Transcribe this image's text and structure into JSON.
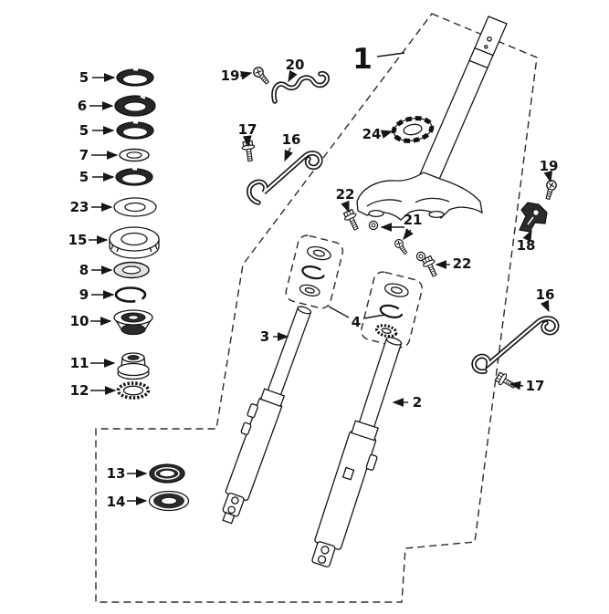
{
  "diagram": {
    "name": "front-fork-exploded-parts-diagram",
    "part_labels": {
      "p1": "1",
      "p2": "2",
      "p3": "3",
      "p4": "4",
      "p5a": "5",
      "p5b": "5",
      "p5c": "5",
      "p6": "6",
      "p7": "7",
      "p8": "8",
      "p9": "9",
      "p10": "10",
      "p11": "11",
      "p12": "12",
      "p13": "13",
      "p14": "14",
      "p15": "15",
      "p16a": "16",
      "p16b": "16",
      "p17a": "17",
      "p17b": "17",
      "p18": "18",
      "p19a": "19",
      "p19b": "19",
      "p20": "20",
      "p21": "21",
      "p22a": "22",
      "p22b": "22",
      "p23": "23",
      "p24": "24"
    },
    "colors": {
      "line": "#161616",
      "dark_fill": "#2b2b2b",
      "background": "#ffffff"
    }
  }
}
